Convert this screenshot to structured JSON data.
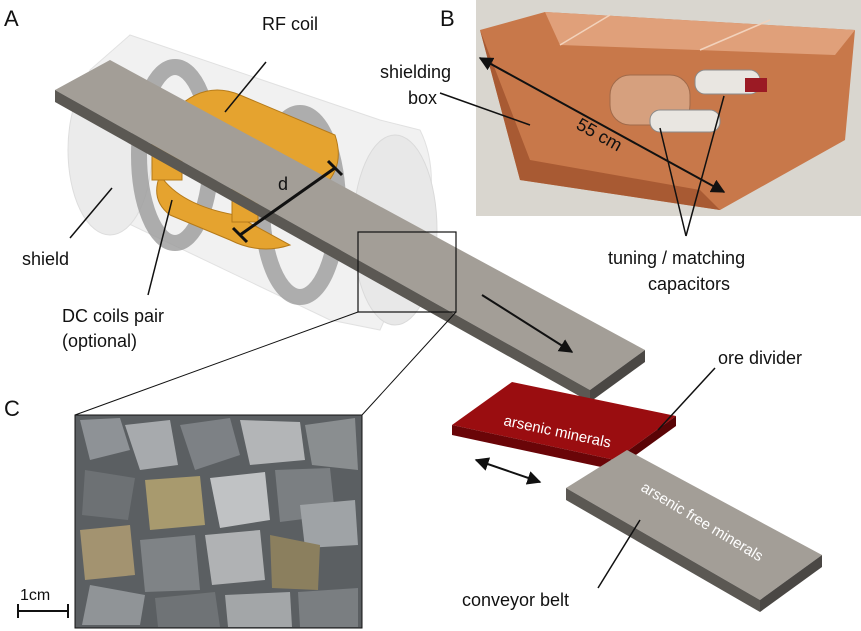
{
  "panels": {
    "a": "A",
    "b": "B",
    "c": "C"
  },
  "labels": {
    "rf_coil": "RF coil",
    "d": "d",
    "shield": "shield",
    "dc_coils_line1": "DC coils pair",
    "dc_coils_line2": "(optional)",
    "shielding_line1": "shielding",
    "shielding_line2": "box",
    "dimension": "55 cm",
    "capacitors_line1": "tuning / matching",
    "capacitors_line2": "capacitors",
    "ore_divider": "ore divider",
    "arsenic_minerals": "arsenic minerals",
    "arsenic_free": "arsenic free minerals",
    "conveyor_belt": "conveyor belt",
    "scale_bar": "1cm"
  },
  "colors": {
    "belt": "#a39e97",
    "belt_side": "#5b5853",
    "rf_coil": "#e5a32f",
    "divider": "#9a0d10",
    "copper": "#c8784a",
    "rock": "#6f7478"
  }
}
